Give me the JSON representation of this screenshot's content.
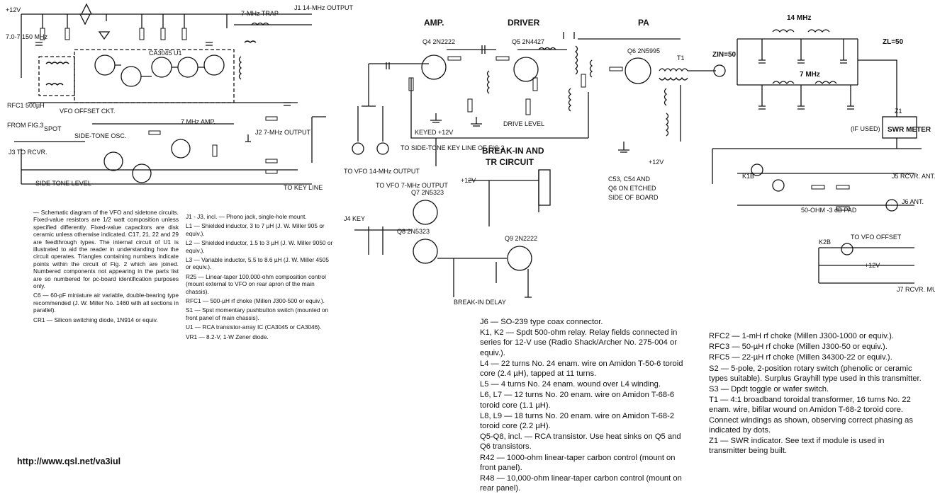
{
  "left_schematic": {
    "labels": {
      "supply": "+12V",
      "freq_range": "7.0-7.150 MHz",
      "vfo_ckt": "VFO OFFSET CKT.",
      "sidetone": "SIDE-TONE OSC.",
      "amp_7mhz": "7 MHz AMP.",
      "trap": "7-MHz TRAP",
      "out14": "J1 14-MHz OUTPUT",
      "out7": "J2 7-MHz OUTPUT",
      "to_key": "TO KEY LINE",
      "rcvr": "J3 TO RCVR.",
      "sidetone_level": "SIDE TONE LEVEL",
      "spot": "SPOT",
      "u1": "CA3045 U1",
      "rfc1": "RFC1 500µH",
      "fig3": "FROM FIG.3"
    },
    "caption": "— Schematic diagram of the VFO and sidetone circuits. Fixed-value resistors are 1/2 watt composition unless specified differently. Fixed-value capacitors are disk ceramic unless otherwise indicated. C17, 21, 22 and 29 are feedthrough types. The internal circuit of U1 is illustrated to aid the reader in understanding how the circuit operates. Triangles containing numbers indicate points within the circuit of Fig. 2 which are joined. Numbered components not appearing in the parts list are so numbered for pc-board identification purposes only.",
    "parts_col1": [
      "C6 — 60-pF miniature air variable, double-bearing type recommended (J. W. Miller No. 1460 with all sections in parallel).",
      "CR1 — Silicon switching diode, 1N914 or equiv."
    ],
    "parts_col2": [
      "J1 - J3, incl. — Phono jack, single-hole mount.",
      "L1 — Shielded inductor, 3 to 7 µH (J. W. Miller 905 or equiv.).",
      "L2 — Shielded inductor, 1.5 to 3 µH (J. W. Miller 9050 or equiv.).",
      "L3 — Variable inductor, 5.5 to 8.6 µH (J. W. Miller 4505 or equiv.).",
      "R25 — Linear-taper 100,000-ohm composition control (mount external to VFO on rear apron of the main chassis).",
      "RFC1 — 500-µH rf choke (Millen J300-500 or equiv.).",
      "S1 — Spst momentary pushbutton switch (mounted on front panel of main chassis).",
      "U1 — RCA transistor-array IC (CA3045 or CA3046).",
      "VR1 — 8.2-V, 1-W Zener diode."
    ]
  },
  "right_schematic": {
    "headings": {
      "amp": "AMP.",
      "driver": "DRIVER",
      "pa": "PA",
      "breakin": "BREAK-IN AND",
      "tr": "TR CIRCUIT",
      "etched": "C53, C54 AND",
      "etched2": "Q6 ON ETCHED",
      "etched3": "SIDE OF BOARD",
      "mhz14": "14 MHz",
      "mhz7": "7 MHz",
      "zl": "ZL=50",
      "zin": "ZIN=50",
      "swr": "SWR METER",
      "z1": "Z1",
      "if_used": "(IF USED)",
      "keyed": "KEYED +12V",
      "to_sidetone": "TO SIDE-TONE KEY LINE OF FIG.2",
      "to_vfo14": "TO VFO 14-MHz OUTPUT",
      "to_vfo7": "TO VFO 7-MHz OUTPUT",
      "j4": "J4 KEY",
      "j5": "J5 RCVR. ANT.",
      "j6": "J6 ANT.",
      "j7": "J7 RCVR. MUTE",
      "to_vfo_offset": "TO VFO OFFSET",
      "pad": "50-OHM -3 dB PAD",
      "breakin_delay": "BREAK-IN DELAY",
      "drive_level": "DRIVE LEVEL",
      "plus12": "+12V"
    },
    "transistors": [
      "Q4 2N2222",
      "Q5 2N4427",
      "Q6 2N5995",
      "Q7 2N5323",
      "Q8 2N5323",
      "Q9 2N2222"
    ],
    "parts_col3": [
      "J6 — SO-239 type coax connector.",
      "K1, K2 — Spdt 500-ohm relay. Relay fields connected in series for 12-V use (Radio Shack/Archer No. 275-004 or equiv.).",
      "L4 — 22 turns No. 24 enam. wire on Amidon T-50-6 toroid core (2.4 µH), tapped at 11 turns.",
      "L5 — 4 turns No. 24 enam. wound over L4 winding.",
      "L6, L7 — 12 turns No. 20 enam. wire on Amidon T-68-6 toroid core (1.1 µH).",
      "L8, L9 — 18 turns No. 20 enam. wire on Amidon T-68-2 toroid core (2.2 µH).",
      "Q5-Q8, incl. — RCA transistor. Use heat sinks on Q5 and Q6 transistors.",
      "R42 — 1000-ohm linear-taper carbon control (mount on front panel).",
      "R48 — 10,000-ohm linear-taper carbon control (mount on rear panel)."
    ],
    "parts_col4": [
      "RFC2 — 1-mH rf choke (Millen J300-1000 or equiv.).",
      "RFC3 — 50-µH rf choke (Millen J300-50 or equiv.).",
      "RFC5 — 22-µH rf choke (Millen 34300-22 or equiv.).",
      "S2 — 5-pole, 2-position rotary switch (phenolic or ceramic types suitable). Surplus Grayhill type used in this transmitter.",
      "S3 — Dpdt toggle or wafer switch.",
      "T1 — 4:1 broadband toroidal transformer, 16 turns No. 22 enam. wire, bifilar wound on Amidon T-68-2 toroid core. Connect windings as shown, observing correct phasing as indicated by dots.",
      "Z1 — SWR indicator. See text if module is used in transmitter being built."
    ]
  },
  "url": "http://www.qsl.net/va3iul"
}
